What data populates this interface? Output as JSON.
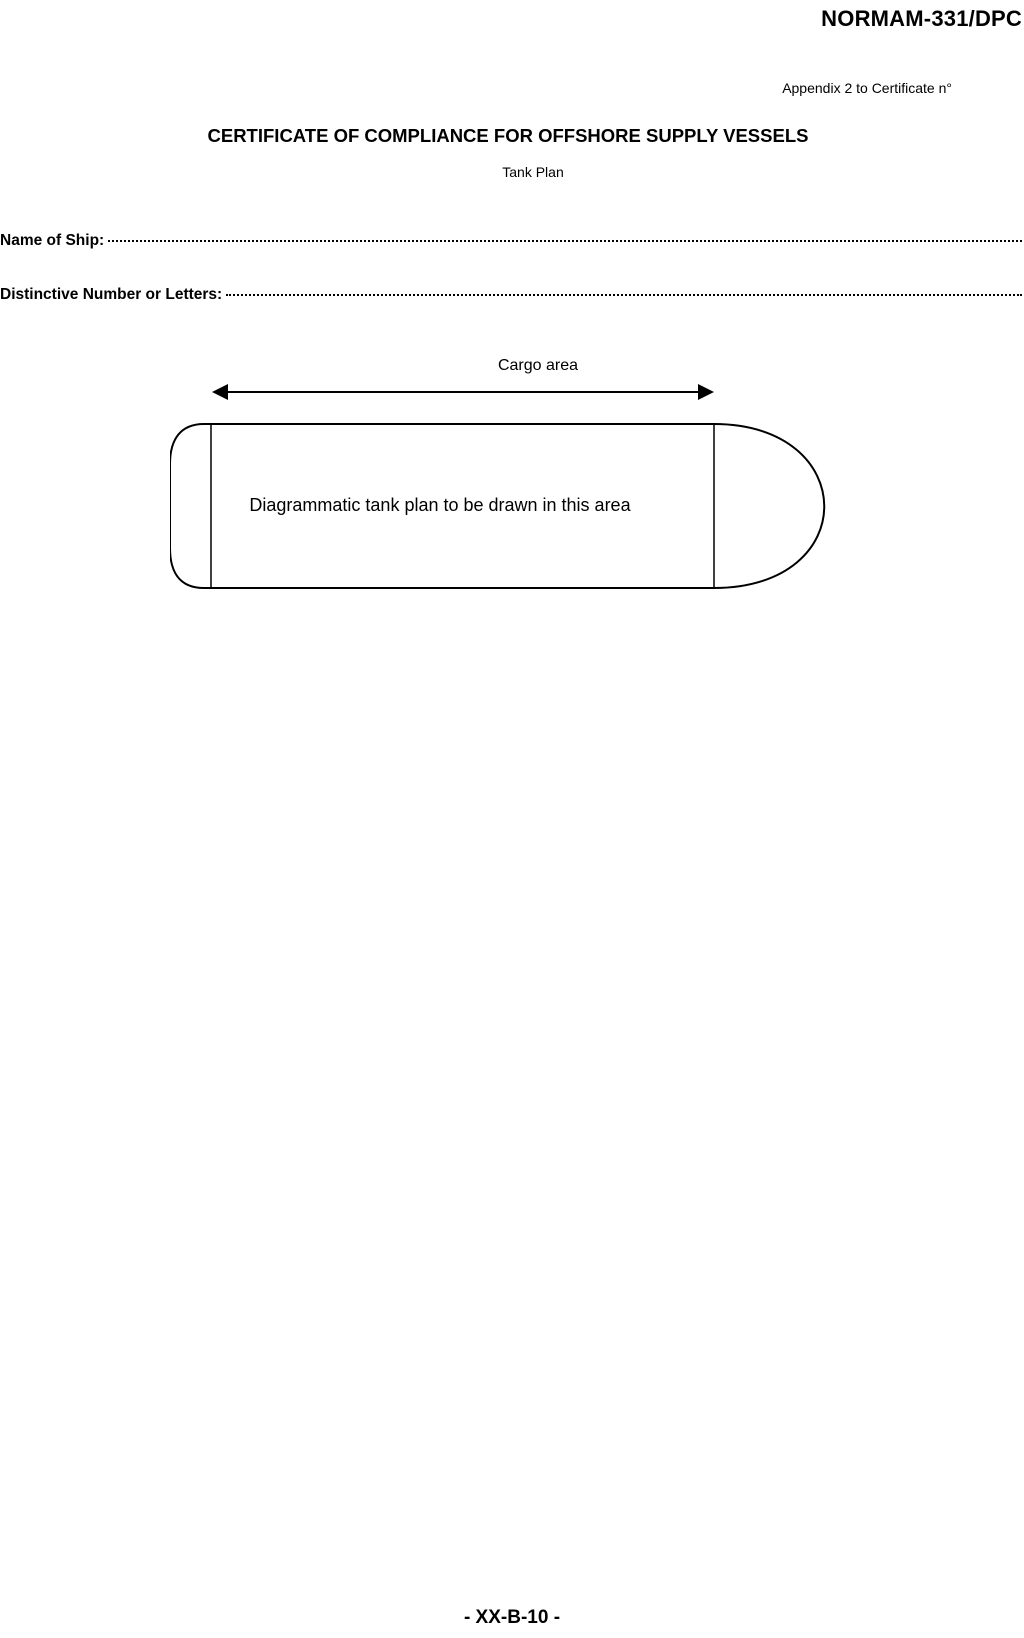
{
  "header": {
    "doc_code": "NORMAM-331/DPC",
    "appendix": "Appendix 2 to Certificate n°"
  },
  "title": "CERTIFICATE OF COMPLIANCE FOR OFFSHORE SUPPLY VESSELS",
  "subtitle": "Tank Plan",
  "fields": {
    "name_of_ship_label": "Name of Ship:",
    "distinctive_number_label": "Distinctive Number or Letters:"
  },
  "diagram": {
    "cargo_label": "Cargo area",
    "note": "Diagrammatic tank plan to be drawn in this area"
  },
  "footer": {
    "page_number": "- XX-B-10 -"
  }
}
